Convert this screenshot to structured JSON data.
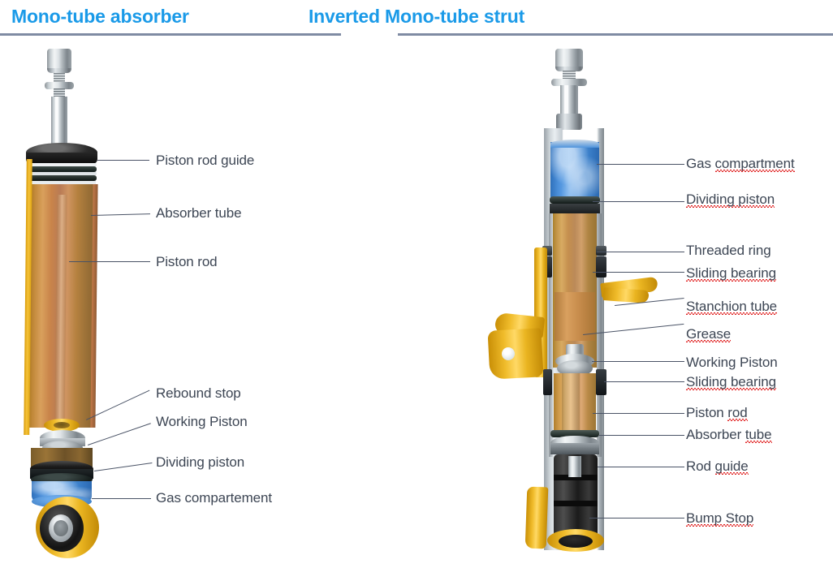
{
  "colors": {
    "title": "#1a9ae8",
    "rule": "#7f8ba3",
    "label_text": "#3d4654",
    "leader": "#4a5366",
    "spellcheck_underline": "#e02020",
    "oil_amber": "#c9854a",
    "gas_blue": "#4f93dd",
    "body_yellow": "#f0bc2b",
    "chrome": "#d7dde1",
    "rubber_black": "#1c1c1c"
  },
  "panels": [
    {
      "id": "left",
      "title": "Mono-tube absorber",
      "labels": [
        {
          "text": "Piston rod guide",
          "misspelled": []
        },
        {
          "text": "Absorber tube",
          "misspelled": []
        },
        {
          "text": "Piston rod",
          "misspelled": []
        },
        {
          "text": "Rebound stop",
          "misspelled": []
        },
        {
          "text": "Working Piston",
          "misspelled": []
        },
        {
          "text": "Dividing piston",
          "misspelled": []
        },
        {
          "text": "Gas compartement",
          "misspelled": []
        }
      ]
    },
    {
      "id": "right",
      "title": "Inverted Mono-tube strut",
      "labels": [
        {
          "text": "Gas compartment",
          "prefix": "Gas ",
          "marked": "compartment"
        },
        {
          "text": "Dividing piston",
          "prefix": "",
          "marked": "Dividing piston"
        },
        {
          "text": "Threaded ring",
          "prefix": "Threaded ring",
          "marked": ""
        },
        {
          "text": "Sliding bearing",
          "prefix": "",
          "marked": "Sliding bearing"
        },
        {
          "text": "Stanchion tube",
          "prefix": "",
          "marked": "Stanchion tube"
        },
        {
          "text": "Grease",
          "prefix": "",
          "marked": "Grease"
        },
        {
          "text": "Working Piston",
          "prefix": "Working Piston",
          "marked": ""
        },
        {
          "text": "Sliding bearing",
          "prefix": "",
          "marked": "Sliding bearing"
        },
        {
          "text": "Piston rod",
          "prefix": "Piston ",
          "marked": "rod"
        },
        {
          "text": "Absorber tube",
          "prefix": "Absorber ",
          "marked": "tube"
        },
        {
          "text": "Rod guide",
          "prefix": "Rod ",
          "marked": "guide"
        },
        {
          "text": "Bump Stop",
          "prefix": "",
          "marked": "Bump Stop"
        }
      ]
    }
  ]
}
